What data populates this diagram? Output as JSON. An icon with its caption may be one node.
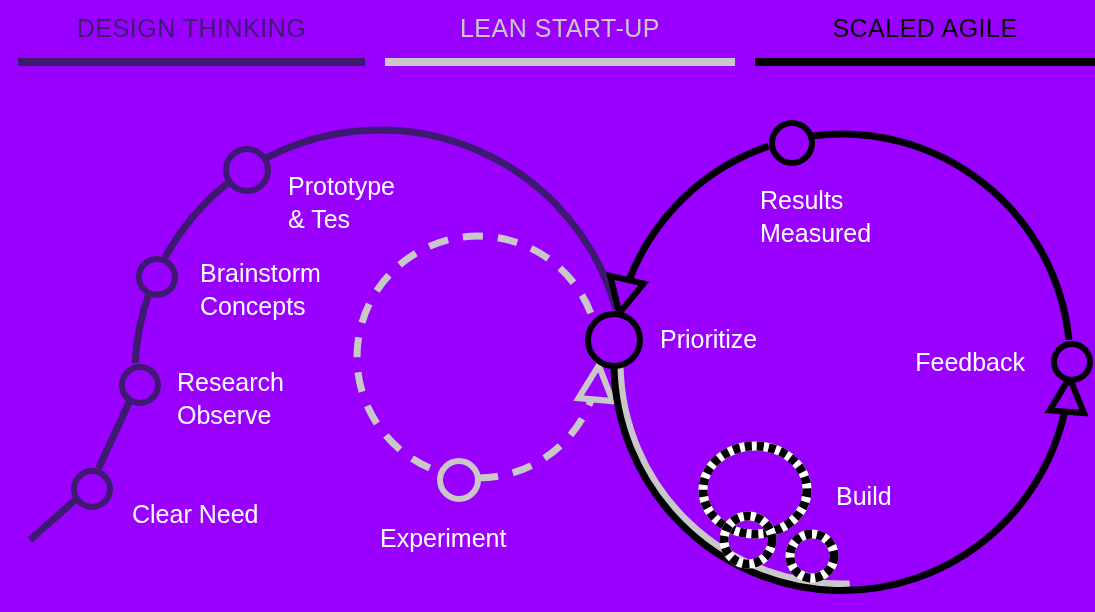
{
  "diagram": {
    "nodes": [
      {
        "text": [],
        "shape": "circle",
        "beside": [
          "Clear Need"
        ]
      },
      {
        "text": [],
        "shape": "circle",
        "beside": [
          "Research Observe"
        ]
      },
      {
        "text": [],
        "shape": "circle",
        "beside": [
          "Brainstorm Concepts"
        ]
      },
      {
        "text": [],
        "shape": "circle",
        "beside": [
          "Prototype & Tes"
        ]
      },
      {
        "text": [],
        "shape": "circle",
        "beside": [
          "Prioritize"
        ]
      },
      {
        "text": [],
        "shape": "circle",
        "beside": [
          "Experiment"
        ]
      },
      {
        "text": [],
        "shape": "circle",
        "beside": [
          "Results Measured"
        ]
      },
      {
        "text": [],
        "shape": "circle",
        "beside": [
          "Feedback"
        ]
      }
    ],
    "edges": [
      {
        "from": null,
        "to": 0,
        "arrow": "none",
        "color": "#3d1a70"
      },
      {
        "from": 0,
        "to": 1,
        "arrow": "none",
        "color": "#3d1a70"
      },
      {
        "from": 1,
        "to": 2,
        "arrow": "none",
        "color": "#3d1a70"
      },
      {
        "from": 2,
        "to": 3,
        "arrow": "none",
        "color": "#3d1a70"
      },
      {
        "from": 3,
        "to": 4,
        "arrow": "none",
        "color": "#3d1a70"
      },
      {
        "from": 4,
        "to": 5,
        "arrow": "none",
        "style": "dashed",
        "color": "#c8c8c8"
      },
      {
        "from": 5,
        "to": 4,
        "arrow": "to",
        "style": "dashed",
        "color": "#c8c8c8"
      },
      {
        "from": 4,
        "to": null,
        "arrow": "none",
        "color": "#c8c8c8"
      },
      {
        "from": 4,
        "to": 7,
        "arrow": "to",
        "color": "#000000"
      },
      {
        "from": 7,
        "to": 6,
        "arrow": "none",
        "color": "#000000"
      },
      {
        "from": 6,
        "to": 4,
        "arrow": "to",
        "color": "#000000"
      }
    ],
    "labels": [
      "Build"
    ],
    "legend": [
      {
        "text": "DESIGN THINKING",
        "color": "#3d1a70"
      },
      {
        "text": "LEAN START-UP",
        "color": "#c8c8c8"
      },
      {
        "text": "SCALED AGILE",
        "color": "#000000"
      }
    ]
  }
}
